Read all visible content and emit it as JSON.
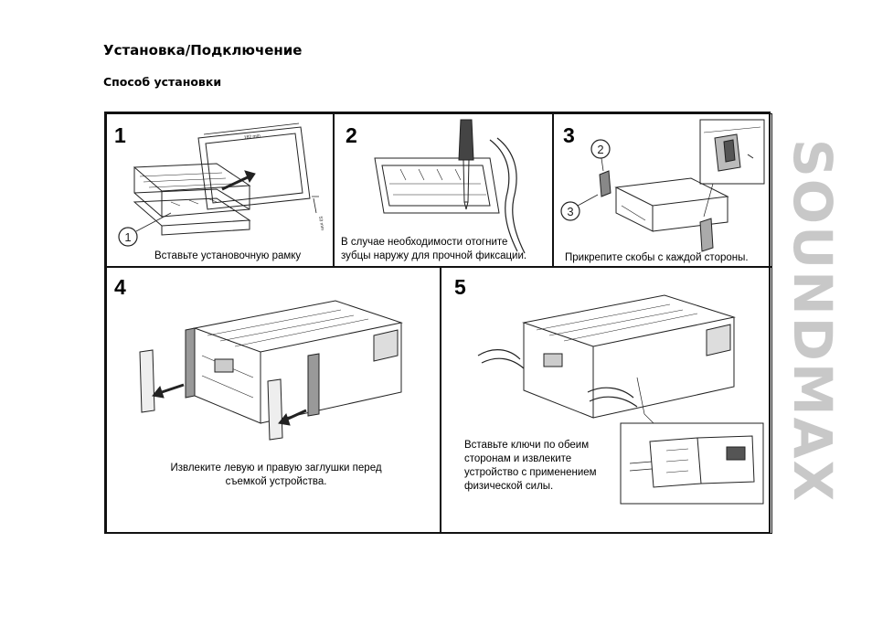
{
  "header": {
    "title": "Установка/Подключение",
    "subtitle": "Способ установки"
  },
  "brand": {
    "logo_text": "SOUNDMAX",
    "color": "#c8c8c8"
  },
  "steps": [
    {
      "number": "1",
      "callout": "1",
      "dimension_width": "182 mm",
      "dimension_height": "53 mm",
      "caption": [
        "Вставьте установочную рамку"
      ]
    },
    {
      "number": "2",
      "caption": [
        "В случае необходимости отогните",
        "зубцы наружу для прочной фиксации."
      ]
    },
    {
      "number": "3",
      "callouts": [
        "2",
        "3"
      ],
      "caption": [
        "Прикрепите скобы с каждой стороны."
      ]
    },
    {
      "number": "4",
      "caption": [
        "Извлеките левую и правую заглушки перед",
        "съемкой  устройства."
      ]
    },
    {
      "number": "5",
      "caption": [
        "Вставьте ключи по обеим",
        "сторонам и извлеките",
        "устройство с применением",
        "физической силы."
      ]
    }
  ]
}
